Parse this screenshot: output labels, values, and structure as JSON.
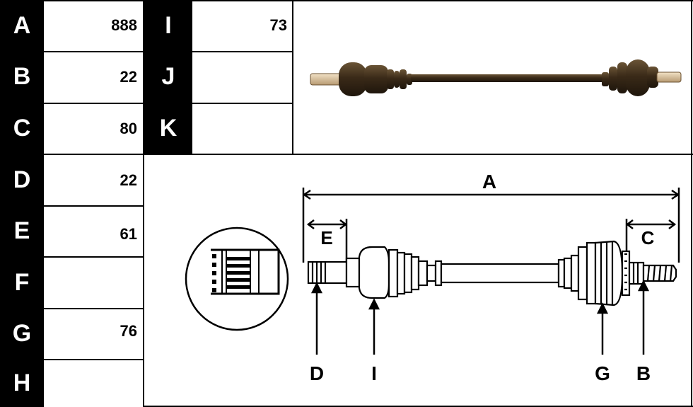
{
  "left_table": [
    {
      "label": "A",
      "value": "888"
    },
    {
      "label": "B",
      "value": "22"
    },
    {
      "label": "C",
      "value": "80"
    },
    {
      "label": "D",
      "value": "22"
    },
    {
      "label": "E",
      "value": "61"
    },
    {
      "label": "F",
      "value": ""
    },
    {
      "label": "G",
      "value": "76"
    },
    {
      "label": "H",
      "value": ""
    }
  ],
  "mid_table": [
    {
      "label": "I",
      "value": "73"
    },
    {
      "label": "J",
      "value": ""
    },
    {
      "label": "K",
      "value": ""
    }
  ],
  "diagram": {
    "callouts": {
      "A": "A",
      "C": "C",
      "E": "E",
      "D": "D",
      "I": "I",
      "G": "G",
      "B": "B"
    }
  },
  "colors": {
    "label_bg": "#000000",
    "label_fg": "#ffffff",
    "shaft": "#3b2a18",
    "drawing": "#000000"
  }
}
